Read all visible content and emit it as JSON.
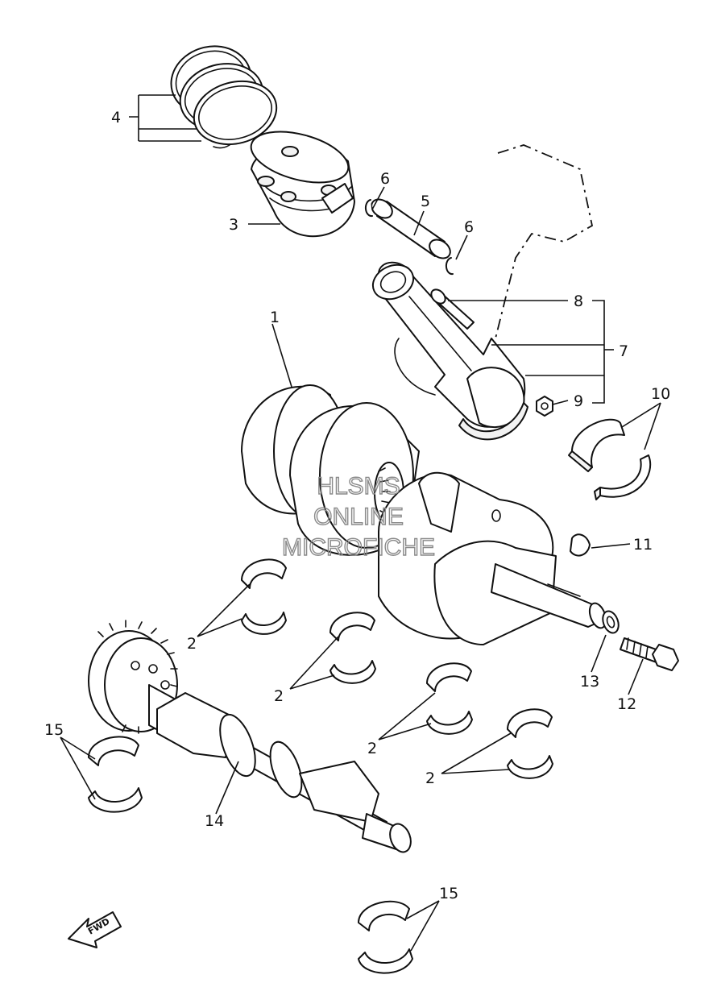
{
  "callouts": [
    {
      "id": "1",
      "text": "1"
    },
    {
      "id": "2a",
      "text": "2"
    },
    {
      "id": "2b",
      "text": "2"
    },
    {
      "id": "2c",
      "text": "2"
    },
    {
      "id": "2d",
      "text": "2"
    },
    {
      "id": "3",
      "text": "3"
    },
    {
      "id": "4",
      "text": "4"
    },
    {
      "id": "5",
      "text": "5"
    },
    {
      "id": "6a",
      "text": "6"
    },
    {
      "id": "6b",
      "text": "6"
    },
    {
      "id": "7",
      "text": "7"
    },
    {
      "id": "8",
      "text": "8"
    },
    {
      "id": "9",
      "text": "9"
    },
    {
      "id": "10",
      "text": "10"
    },
    {
      "id": "11",
      "text": "11"
    },
    {
      "id": "12",
      "text": "12"
    },
    {
      "id": "13",
      "text": "13"
    },
    {
      "id": "14",
      "text": "14"
    },
    {
      "id": "15a",
      "text": "15"
    },
    {
      "id": "15b",
      "text": "15"
    }
  ],
  "watermark": {
    "line1": "HLSMS",
    "line2": "ONLINE",
    "line3": "MICROFICHE"
  },
  "fwd_label": "FWD"
}
